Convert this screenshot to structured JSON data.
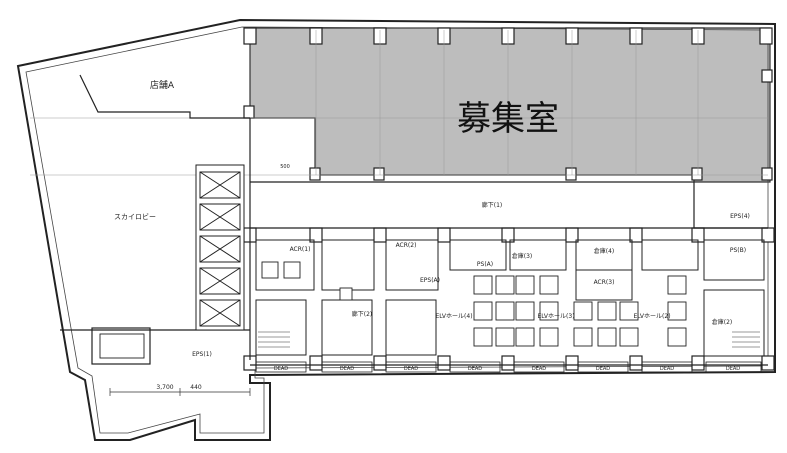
{
  "plan": {
    "vacancy_label": "募集室",
    "labels": {
      "store_a": "店舗A",
      "skylobby": "スカイロビー",
      "corridor_main": "廊下(1)",
      "corridor_sub": "廊下(2)",
      "eps_1": "EPS(1)",
      "eps_4": "EPS(4)",
      "eps_a": "EPS(A)",
      "ps_a": "PS(A)",
      "ps_b": "PS(B)",
      "acr_1": "ACR(1)",
      "acr_2": "ACR(2)",
      "acr_3": "ACR(3)",
      "elv_hall_4": "ELVホール(4)",
      "elv_hall_3": "ELVホール(3)",
      "elv_hall_2": "ELVホール(2)",
      "storage_3": "倉庫(3)",
      "storage_4": "倉庫(4)",
      "storage_2": "倉庫(2)",
      "dead": "DEAD",
      "dim_a": "3,700",
      "dim_b": "440",
      "dim_c": "500"
    }
  }
}
